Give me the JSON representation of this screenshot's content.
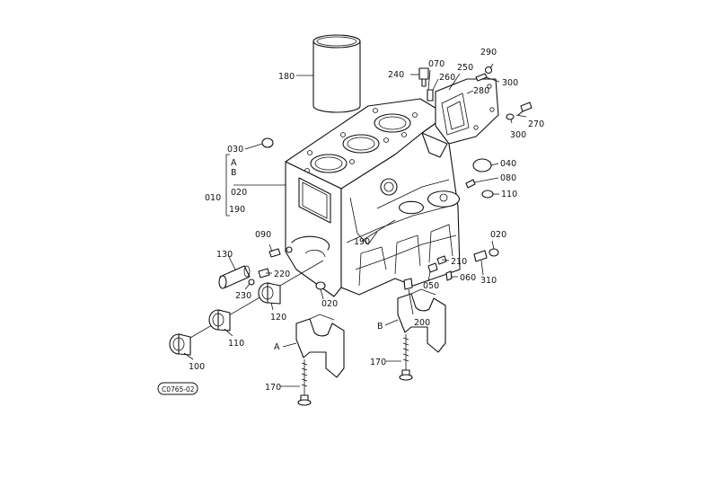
{
  "diagram_code": "C0765-02",
  "callouts": [
    "180",
    "240",
    "070",
    "250",
    "260",
    "280",
    "290",
    "300",
    "270",
    "300",
    "030",
    "040",
    "080",
    "110",
    "020",
    "090",
    "130",
    "220",
    "230",
    "120",
    "110",
    "100",
    "190",
    "210",
    "050",
    "060",
    "310",
    "020",
    "200",
    "170",
    "170",
    "A",
    "B",
    "A",
    "B",
    "010",
    "020",
    "190"
  ]
}
